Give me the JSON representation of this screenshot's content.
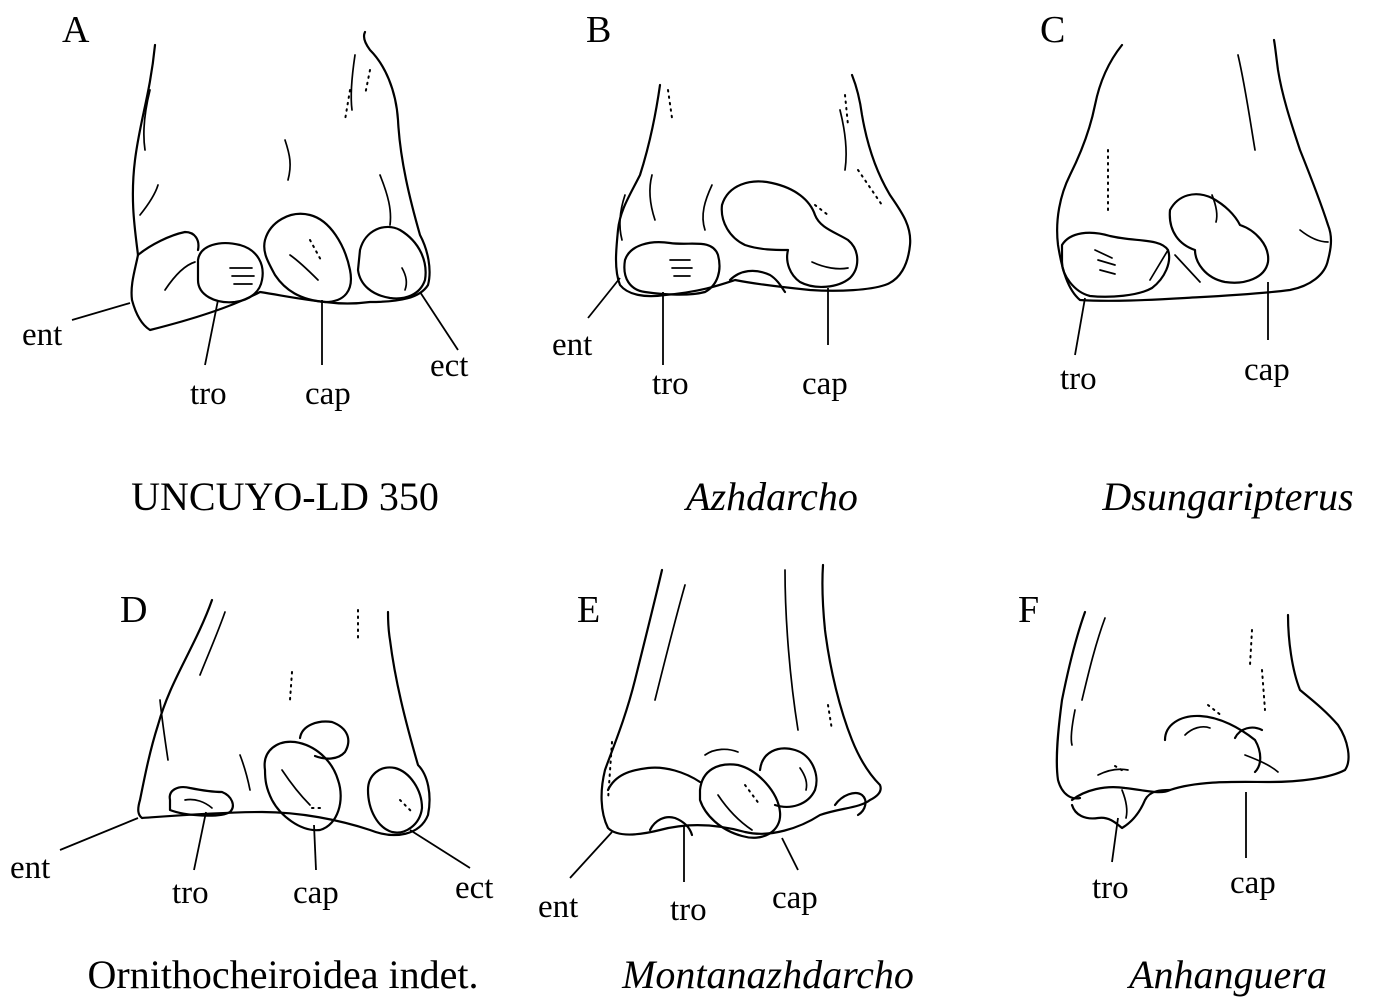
{
  "panels": [
    {
      "id": "A",
      "letter": "A",
      "caption": "UNCUYO-LD 350",
      "caption_italic": false,
      "labels": {
        "ent": "ent",
        "tro": "tro",
        "cap": "cap",
        "ect": "ect"
      }
    },
    {
      "id": "B",
      "letter": "B",
      "caption": "Azhdarcho",
      "caption_italic": true,
      "labels": {
        "ent": "ent",
        "tro": "tro",
        "cap": "cap"
      }
    },
    {
      "id": "C",
      "letter": "C",
      "caption": "Dsungaripterus",
      "caption_italic": true,
      "labels": {
        "tro": "tro",
        "cap": "cap"
      }
    },
    {
      "id": "D",
      "letter": "D",
      "caption": "Ornithocheiroidea indet.",
      "caption_italic": false,
      "labels": {
        "ent": "ent",
        "tro": "tro",
        "cap": "cap",
        "ect": "ect"
      }
    },
    {
      "id": "E",
      "letter": "E",
      "caption": "Montanazhdarcho",
      "caption_italic": true,
      "labels": {
        "ent": "ent",
        "tro": "tro",
        "cap": "cap"
      }
    },
    {
      "id": "F",
      "letter": "F",
      "caption": "Anhanguera",
      "caption_italic": true,
      "labels": {
        "tro": "tro",
        "cap": "cap"
      }
    }
  ]
}
